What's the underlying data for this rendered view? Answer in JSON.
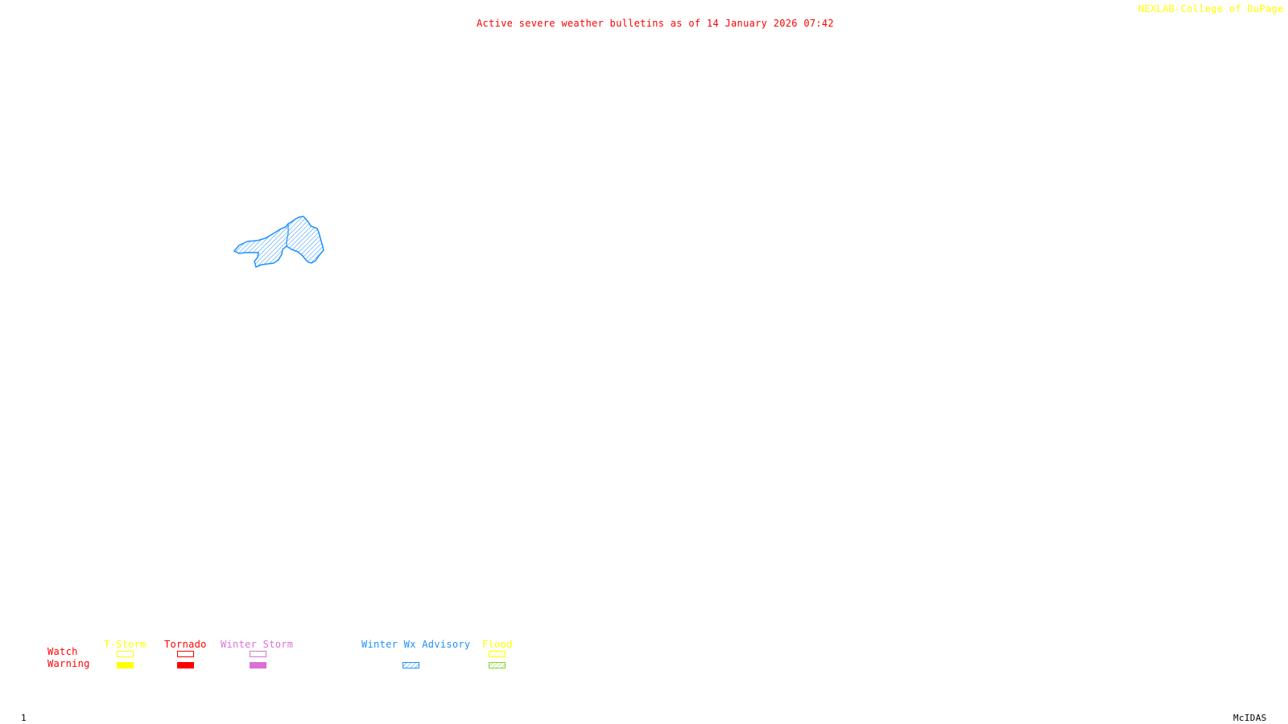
{
  "header": {
    "title": "Active severe weather bulletins as of 14 January 2026 07:42",
    "credit": "NEXLAB-College of DuPage",
    "credit_icon": "corner-arrow-icon"
  },
  "footer": {
    "frame_number": "1",
    "software": "McIDAS"
  },
  "map": {
    "active_areas": [
      {
        "type": "Winter Wx Advisory",
        "style": "hatched",
        "color": "#1e90ff"
      }
    ]
  },
  "legend": {
    "row_labels": {
      "watch": "Watch",
      "warning": "Warning"
    },
    "columns": [
      {
        "label": "T-Storm",
        "color": "#ffff00",
        "watch": "outline",
        "warning": "filled"
      },
      {
        "label": "Tornado",
        "color": "#ff0000",
        "watch": "outline",
        "warning": "filled"
      },
      {
        "label": "Winter Storm",
        "color": "#da70d6",
        "watch": "outline",
        "warning": "filled"
      },
      {
        "label": "Winter Wx Advisory",
        "color": "#1e90ff",
        "watch": null,
        "warning": "hatched"
      },
      {
        "label": "Flood",
        "color": "#ffff00",
        "watch": "hatched",
        "warning": "hatched",
        "warning_color": "#7fd629"
      }
    ]
  }
}
